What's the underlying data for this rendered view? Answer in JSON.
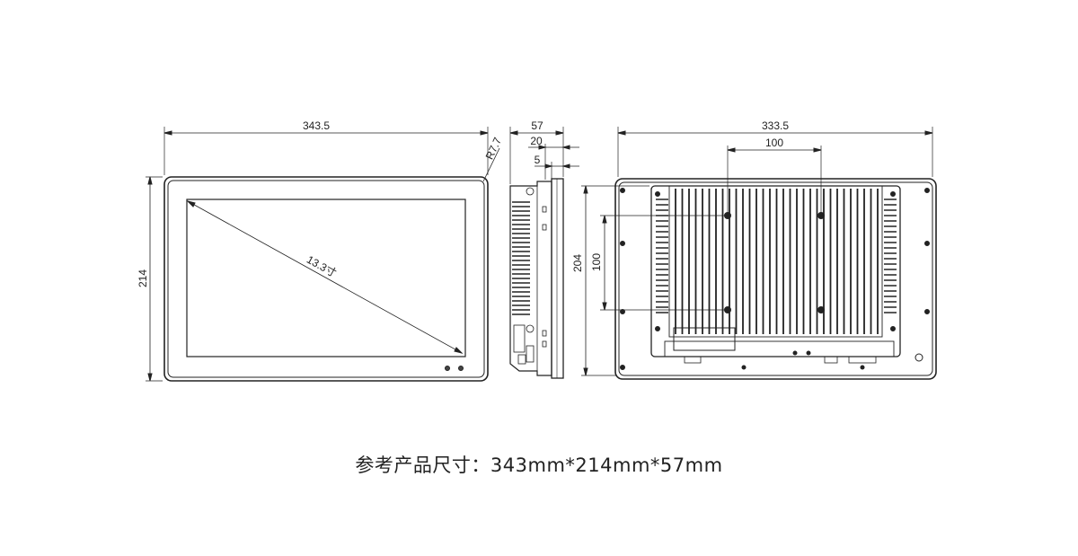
{
  "front_view": {
    "width_label": "343.5",
    "height_label": "214",
    "radius_label": "R7.7",
    "diagonal_label": "13.3寸"
  },
  "side_view": {
    "depth_label": "57",
    "bezel_label": "20",
    "front_label": "5"
  },
  "rear_view": {
    "width_label": "333.5",
    "vesa_h_label": "100",
    "height_label": "204",
    "vesa_v_label": "100"
  },
  "caption": "参考产品尺寸：343mm*214mm*57mm"
}
